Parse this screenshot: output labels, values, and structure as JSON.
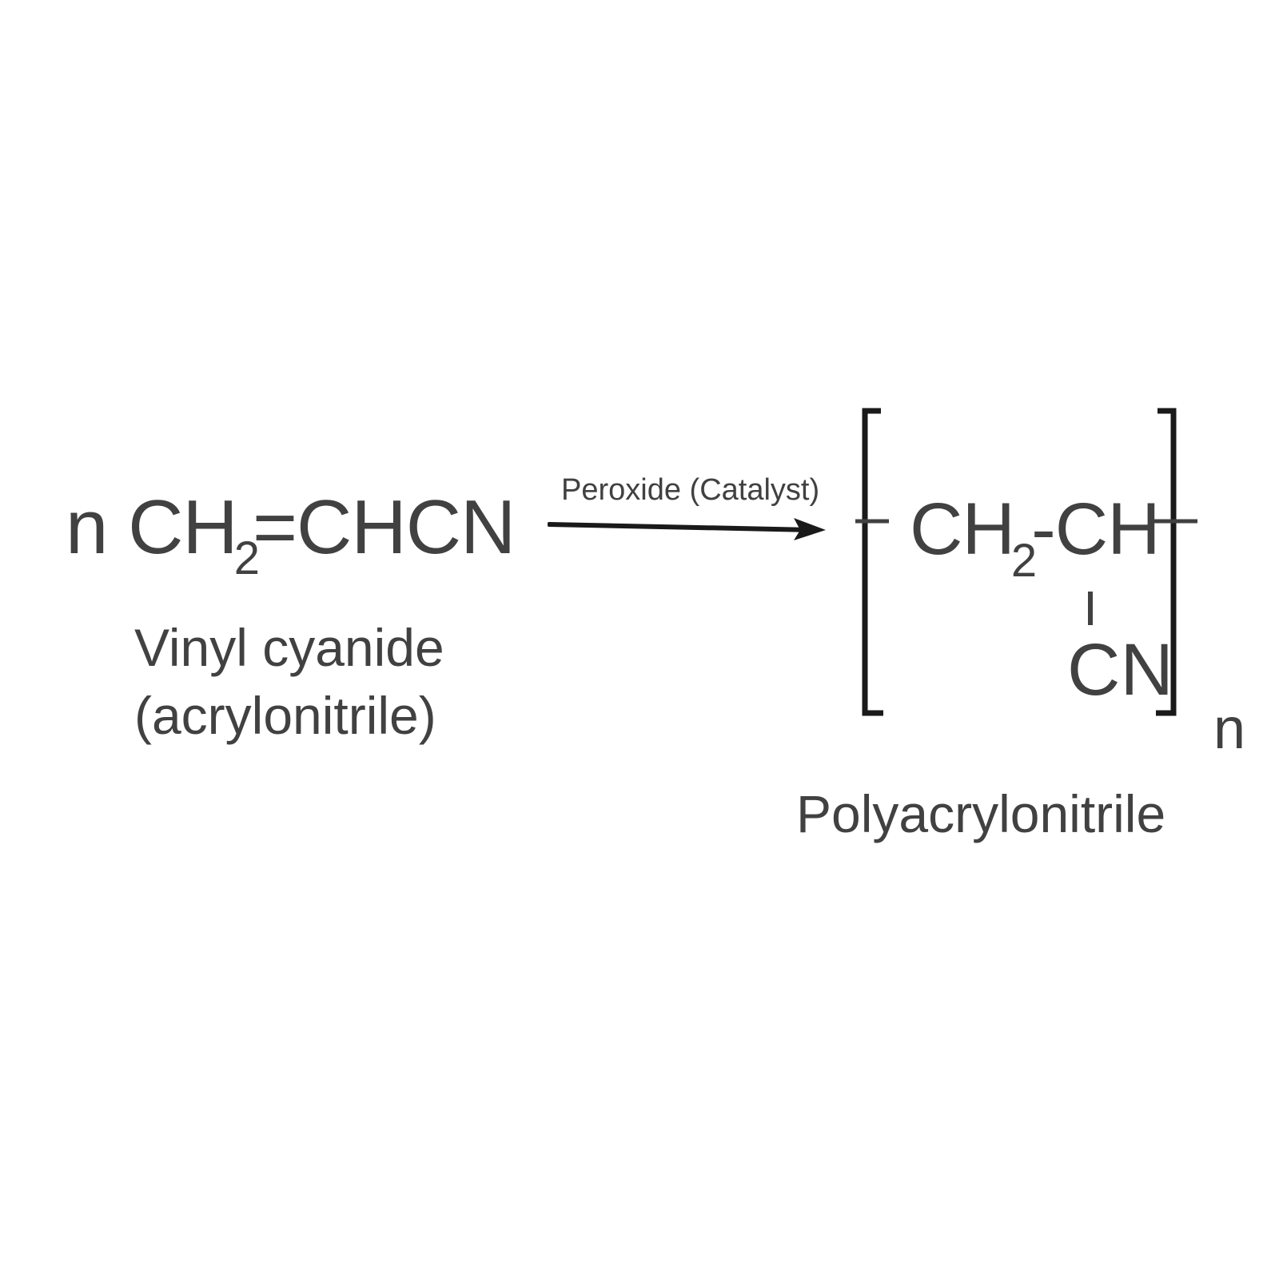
{
  "reactant": {
    "coefficient": "n",
    "formula_part1": "CH",
    "formula_sub": "2",
    "formula_part2": "=CHCN",
    "name_line1": "Vinyl cyanide",
    "name_line2": "(acrylonitrile)"
  },
  "arrow": {
    "condition": "Peroxide (Catalyst)"
  },
  "product": {
    "formula_part1": "CH",
    "formula_sub": "2",
    "formula_part2": "-CH",
    "substituent": "CN",
    "repeat_subscript": "n",
    "name": "Polyacrylonitrile"
  },
  "colors": {
    "text": "#414141",
    "lines": "#1a1a1a",
    "background": "#ffffff"
  }
}
